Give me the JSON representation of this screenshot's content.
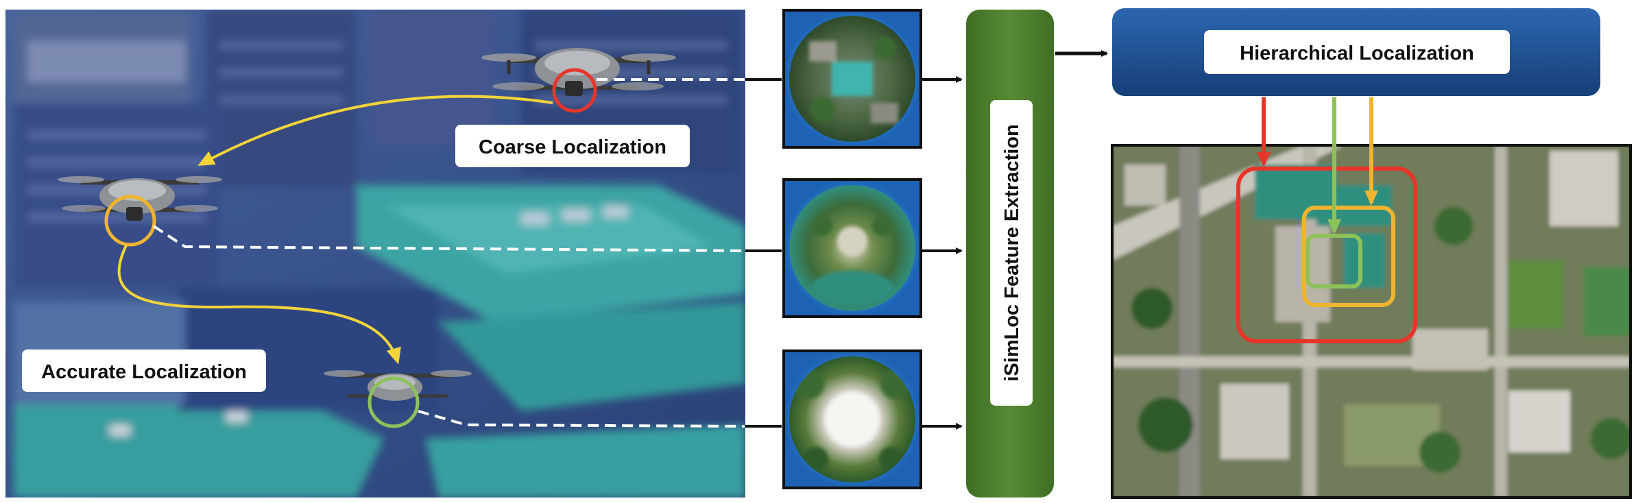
{
  "labels": {
    "coarse": "Coarse Localization",
    "accurate": "Accurate Localization",
    "feature": "iSimLoc Feature Extraction",
    "hierarchical": "Hierarchical Localization"
  },
  "colors": {
    "coarse": "#e8352a",
    "medium": "#f0b431",
    "accurate": "#8dc25b",
    "trajectory": "#f2d43a",
    "feature_box": "#4a7a2c",
    "hierarchical_box": "#1e4f8f",
    "sky": "#2e86d6",
    "roof": "#3fb5ad",
    "city": "#3c5a94"
  },
  "icons": {
    "drone": "quadcopter-drone-icon",
    "panorama": "spherical-panorama-icon",
    "map": "satellite-map-icon"
  }
}
